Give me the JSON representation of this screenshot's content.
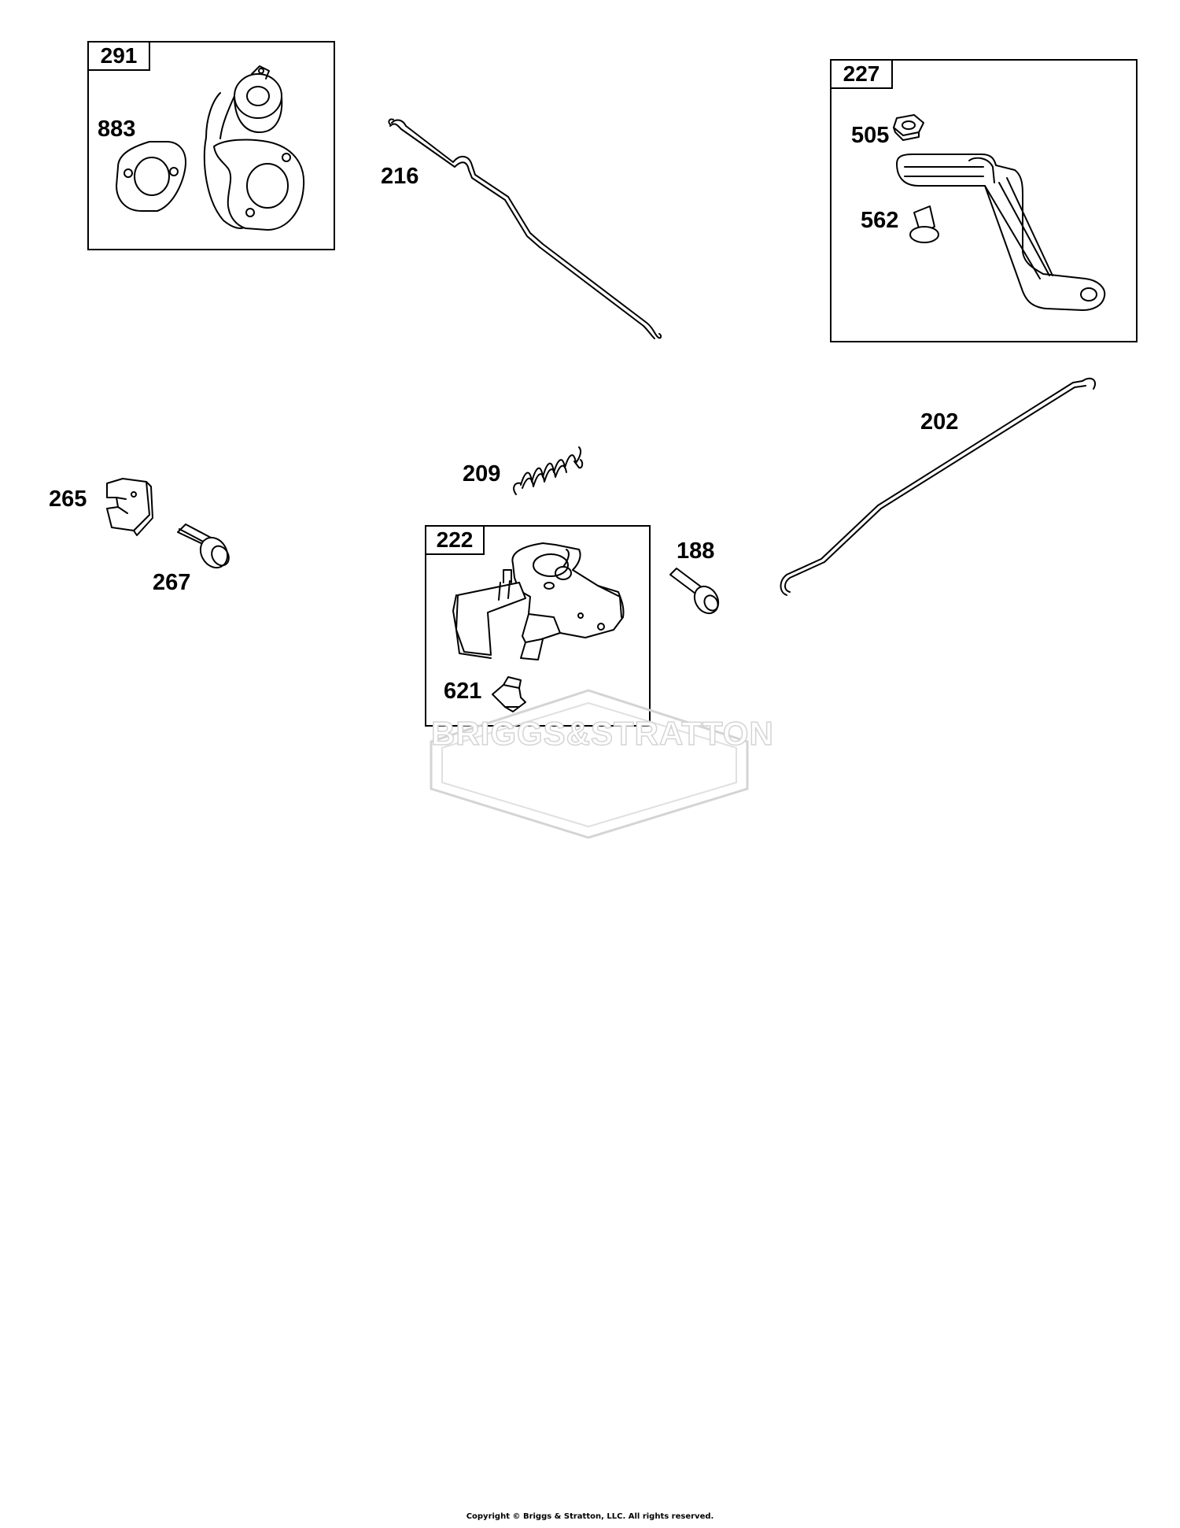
{
  "kits": {
    "k291": "291",
    "k227": "227",
    "k222": "222"
  },
  "parts": {
    "p883": "883",
    "p216": "216",
    "p505": "505",
    "p562": "562",
    "p202": "202",
    "p265": "265",
    "p267": "267",
    "p209": "209",
    "p188": "188",
    "p621": "621"
  },
  "watermark": "BRIGGS&STRATTON",
  "copyright": "Copyright © Briggs & Stratton, LLC. All rights reserved."
}
